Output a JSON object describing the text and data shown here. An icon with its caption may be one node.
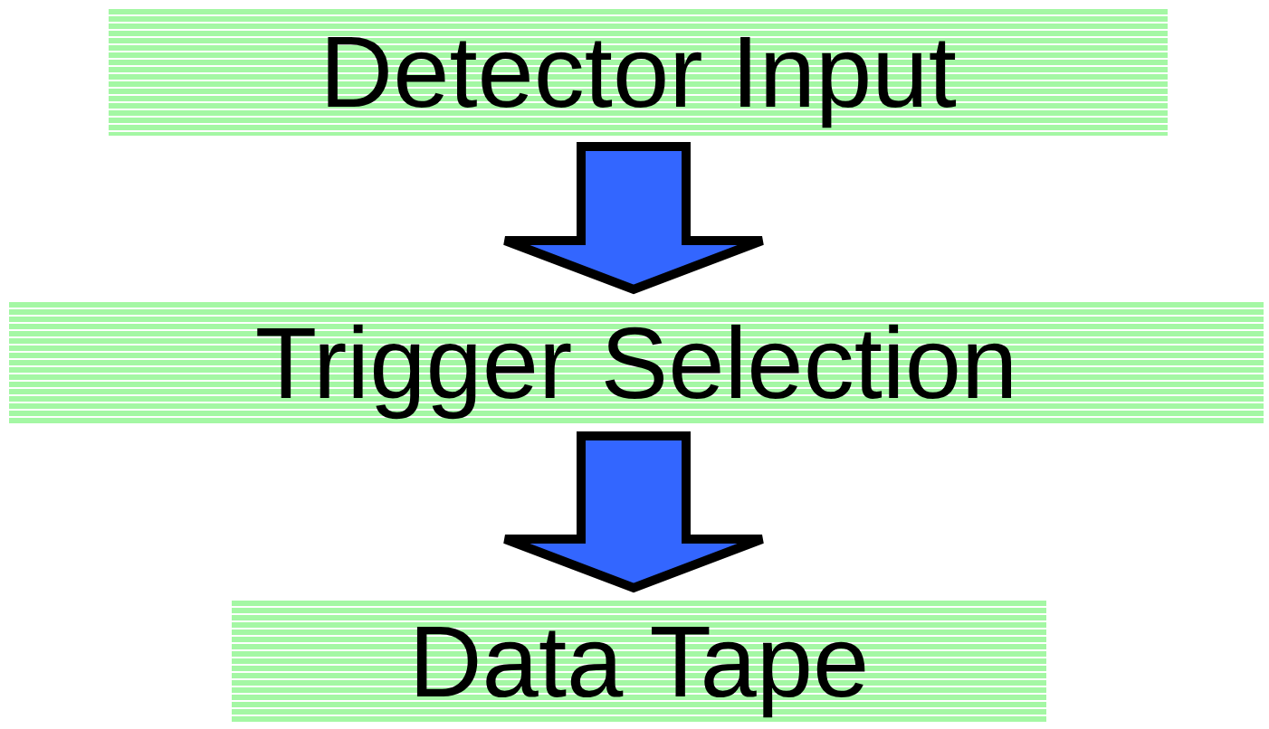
{
  "diagram": {
    "nodes": [
      {
        "text": [
          "Detector Input"
        ]
      },
      {
        "text": [
          "Trigger Selection"
        ]
      },
      {
        "text": [
          "Data Tape"
        ]
      }
    ],
    "edges": [
      {
        "from": 0,
        "to": 1,
        "arrow": "to",
        "style": "thick"
      },
      {
        "from": 1,
        "to": 2,
        "arrow": "to",
        "style": "thick"
      }
    ]
  }
}
